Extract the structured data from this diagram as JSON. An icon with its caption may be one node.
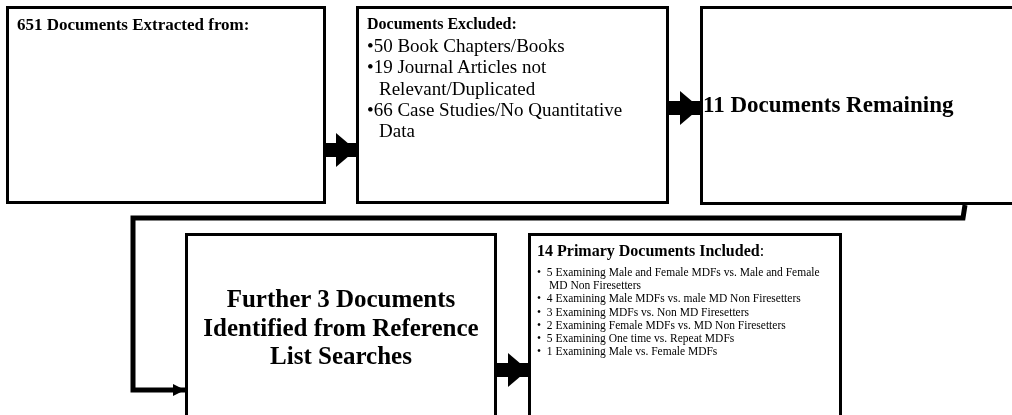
{
  "diagram": {
    "nodes": [
      {
        "text": [
          "651 Documents Extracted from:"
        ]
      },
      {
        "text": [
          "Documents Excluded:",
          "•50 Book Chapters/Books",
          "•19 Journal Articles not Relevant/Duplicated",
          "•66 Case Studies/No Quantitative Data"
        ]
      },
      {
        "text": [
          "11 Documents Remaining"
        ]
      },
      {
        "text": [
          "Further 3 Documents Identified from Reference List Searches"
        ]
      },
      {
        "text": [
          "**14 Primary Documents Included**:",
          "•  5 Examining Male and Female MDFs vs. Male and Female MD Non Firesetters",
          "•  4 Examining Male MDFs vs. male MD Non Firesetters",
          "•  3 Examining MDFs vs. Non MD Firesetters",
          "•  2 Examining Female MDFs vs. MD Non Firesetters",
          "•  5 Examining One time vs. Repeat MDFs",
          "•  1 Examining Male vs. Female MDFs"
        ]
      }
    ],
    "edges": [
      {
        "from": 0,
        "to": 1,
        "arrow": "to"
      },
      {
        "from": 1,
        "to": 2,
        "arrow": "to"
      },
      {
        "from": 2,
        "to": 3,
        "arrow": "to"
      },
      {
        "from": 3,
        "to": 4,
        "arrow": "to"
      }
    ]
  }
}
